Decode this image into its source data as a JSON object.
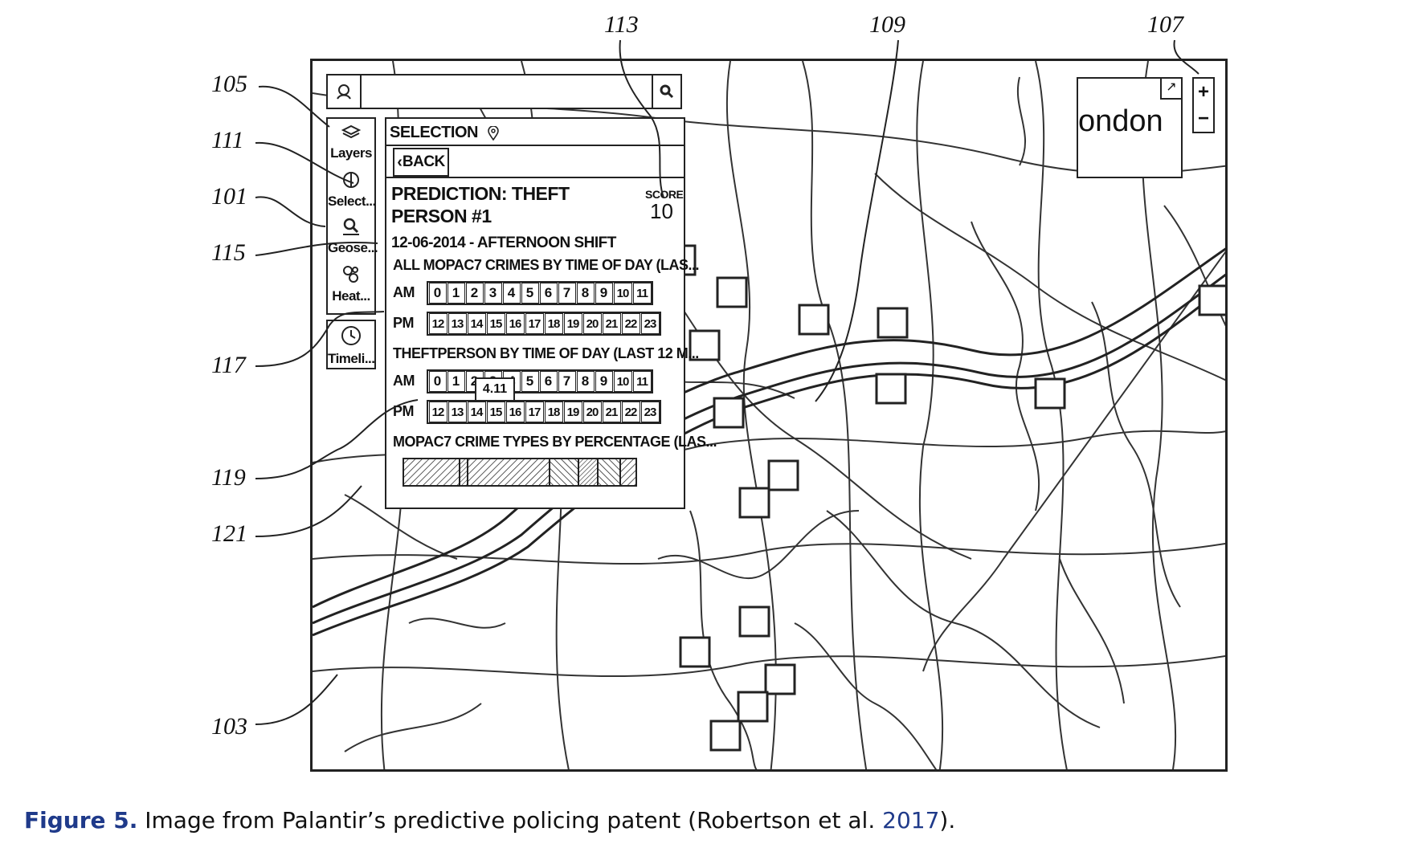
{
  "refs": {
    "r113": "113",
    "r109": "109",
    "r107": "107",
    "r105": "105",
    "r111": "111",
    "r101": "101",
    "r115": "115",
    "r117": "117",
    "r119": "119",
    "r121": "121",
    "r103": "103"
  },
  "search": {
    "value": ""
  },
  "map": {
    "city_label": "ondon",
    "zoom_in": "+",
    "zoom_out": "−"
  },
  "toolbar": {
    "layers": "Layers",
    "select": "Select...",
    "geose": "Geose...",
    "heat": "Heat...",
    "timeline": "Timeli..."
  },
  "panel": {
    "header": "SELECTION",
    "back": "BACK",
    "title_line1": "PREDICTION:  THEFT",
    "title_line2": "PERSON #1",
    "score_label": "SCORE",
    "score_value": "10",
    "date_line": "12-06-2014 - AFTERNOON SHIFT",
    "section1": "ALL MOPAC7 CRIMES BY TIME OF DAY (LAS...",
    "section2": "THEFTPERSON BY TIME OF DAY (LAST 12 M...",
    "section3": "MOPAC7 CRIME TYPES BY PERCENTAGE (LAS...",
    "am": "AM",
    "pm": "PM",
    "am_hours": [
      "0",
      "1",
      "2",
      "3",
      "4",
      "5",
      "6",
      "7",
      "8",
      "9",
      "10",
      "11"
    ],
    "pm_hours": [
      "12",
      "13",
      "14",
      "15",
      "16",
      "17",
      "18",
      "19",
      "20",
      "21",
      "22",
      "23"
    ],
    "tooltip": "4.11"
  },
  "caption": {
    "figure": "Figure 5.",
    "text": " Image from Palantir’s predictive policing patent (Robertson et al. ",
    "year": "2017",
    "tail": ")."
  }
}
